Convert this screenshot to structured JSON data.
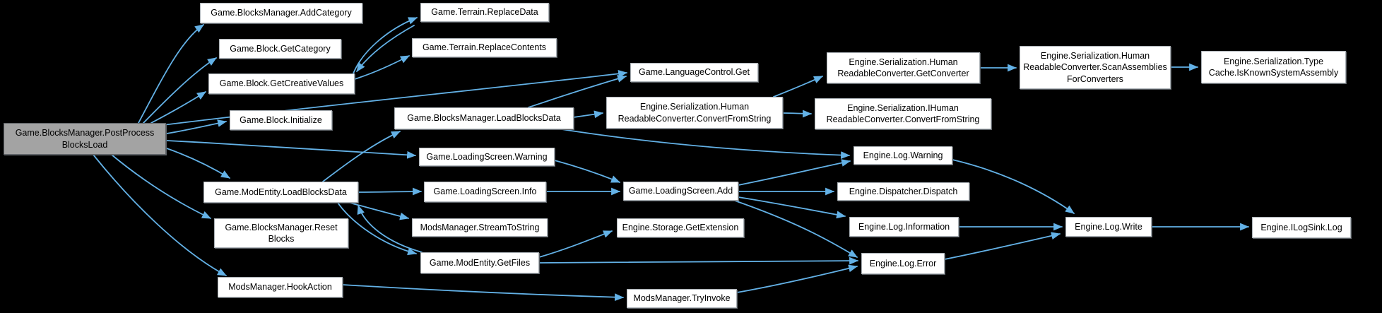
{
  "diagram": {
    "type": "call-graph",
    "background": "#000000",
    "edge_color": "#63b1e6",
    "node_fill": "#ffffff",
    "node_border": "#aab0b5",
    "root_fill": "#a3a3a3",
    "text_color": "#000000"
  },
  "nodes": {
    "root": {
      "label": "Game.BlocksManager.PostProcess\nBlocksLoad"
    },
    "addCategory": {
      "label": "Game.BlocksManager.AddCategory"
    },
    "getCategory": {
      "label": "Game.Block.GetCategory"
    },
    "getCreativeValues": {
      "label": "Game.Block.GetCreativeValues"
    },
    "initialize": {
      "label": "Game.Block.Initialize"
    },
    "modEntityLoadBlocksData": {
      "label": "Game.ModEntity.LoadBlocksData"
    },
    "resetBlocks": {
      "label": "Game.BlocksManager.Reset\nBlocks"
    },
    "hookAction": {
      "label": "ModsManager.HookAction"
    },
    "replaceData": {
      "label": "Game.Terrain.ReplaceData"
    },
    "replaceContents": {
      "label": "Game.Terrain.ReplaceContents"
    },
    "bmLoadBlocksData": {
      "label": "Game.BlocksManager.LoadBlocksData"
    },
    "lsWarning": {
      "label": "Game.LoadingScreen.Warning"
    },
    "lsInfo": {
      "label": "Game.LoadingScreen.Info"
    },
    "streamToString": {
      "label": "ModsManager.StreamToString"
    },
    "getFiles": {
      "label": "Game.ModEntity.GetFiles"
    },
    "languageControlGet": {
      "label": "Game.LanguageControl.Get"
    },
    "hrcConvertFromString": {
      "label": "Engine.Serialization.Human\nReadableConverter.ConvertFromString"
    },
    "lsAdd": {
      "label": "Game.LoadingScreen.Add"
    },
    "getExtension": {
      "label": "Engine.Storage.GetExtension"
    },
    "tryInvoke": {
      "label": "ModsManager.TryInvoke"
    },
    "getConverter": {
      "label": "Engine.Serialization.Human\nReadableConverter.GetConverter"
    },
    "ihrcConvertFromString": {
      "label": "Engine.Serialization.IHuman\nReadableConverter.ConvertFromString"
    },
    "logWarning": {
      "label": "Engine.Log.Warning"
    },
    "dispatch": {
      "label": "Engine.Dispatcher.Dispatch"
    },
    "logInformation": {
      "label": "Engine.Log.Information"
    },
    "logError": {
      "label": "Engine.Log.Error"
    },
    "scanAssemblies": {
      "label": "Engine.Serialization.Human\nReadableConverter.ScanAssemblies\nForConverters"
    },
    "logWrite": {
      "label": "Engine.Log.Write"
    },
    "isKnownSystemAssembly": {
      "label": "Engine.Serialization.Type\nCache.IsKnownSystemAssembly"
    },
    "ilogSinkLog": {
      "label": "Engine.ILogSink.Log"
    }
  },
  "edges": [
    {
      "from": "root",
      "to": "addCategory"
    },
    {
      "from": "root",
      "to": "getCategory"
    },
    {
      "from": "root",
      "to": "getCreativeValues"
    },
    {
      "from": "root",
      "to": "initialize"
    },
    {
      "from": "root",
      "to": "languageControlGet"
    },
    {
      "from": "root",
      "to": "lsWarning"
    },
    {
      "from": "root",
      "to": "modEntityLoadBlocksData"
    },
    {
      "from": "root",
      "to": "resetBlocks"
    },
    {
      "from": "root",
      "to": "hookAction"
    },
    {
      "from": "getCreativeValues",
      "to": "replaceData"
    },
    {
      "from": "replaceData",
      "to": "getCreativeValues"
    },
    {
      "from": "getCreativeValues",
      "to": "replaceContents"
    },
    {
      "from": "modEntityLoadBlocksData",
      "to": "bmLoadBlocksData"
    },
    {
      "from": "modEntityLoadBlocksData",
      "to": "lsInfo"
    },
    {
      "from": "modEntityLoadBlocksData",
      "to": "streamToString"
    },
    {
      "from": "modEntityLoadBlocksData",
      "to": "getFiles"
    },
    {
      "from": "getFiles",
      "to": "modEntityLoadBlocksData"
    },
    {
      "from": "bmLoadBlocksData",
      "to": "languageControlGet"
    },
    {
      "from": "bmLoadBlocksData",
      "to": "hrcConvertFromString"
    },
    {
      "from": "bmLoadBlocksData",
      "to": "logWarning"
    },
    {
      "from": "lsWarning",
      "to": "lsAdd"
    },
    {
      "from": "lsInfo",
      "to": "lsAdd"
    },
    {
      "from": "lsAdd",
      "to": "logWarning"
    },
    {
      "from": "lsAdd",
      "to": "dispatch"
    },
    {
      "from": "lsAdd",
      "to": "logInformation"
    },
    {
      "from": "lsAdd",
      "to": "logError"
    },
    {
      "from": "hrcConvertFromString",
      "to": "getConverter"
    },
    {
      "from": "hrcConvertFromString",
      "to": "ihrcConvertFromString"
    },
    {
      "from": "getConverter",
      "to": "scanAssemblies"
    },
    {
      "from": "scanAssemblies",
      "to": "isKnownSystemAssembly"
    },
    {
      "from": "logWarning",
      "to": "logWrite"
    },
    {
      "from": "logInformation",
      "to": "logWrite"
    },
    {
      "from": "logError",
      "to": "logWrite"
    },
    {
      "from": "logWrite",
      "to": "ilogSinkLog"
    },
    {
      "from": "getFiles",
      "to": "getExtension"
    },
    {
      "from": "getFiles",
      "to": "logError"
    },
    {
      "from": "hookAction",
      "to": "tryInvoke"
    },
    {
      "from": "tryInvoke",
      "to": "logError"
    }
  ]
}
